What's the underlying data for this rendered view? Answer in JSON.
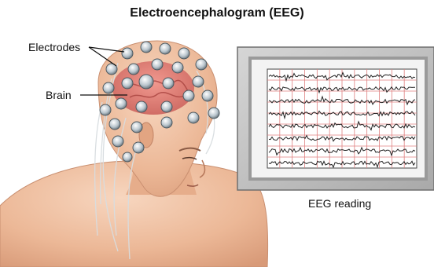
{
  "title": "Electroencephalogram (EEG)",
  "labels": {
    "electrodes": "Electrodes",
    "brain": "Brain",
    "eeg_reading": "EEG reading"
  },
  "colors": {
    "monitor_frame": "#c9c9c9",
    "screen": "#ffffff",
    "grid": "#e08080",
    "trace": "#222222",
    "skin": "#f2c4a6",
    "brain": "#d9706a"
  }
}
